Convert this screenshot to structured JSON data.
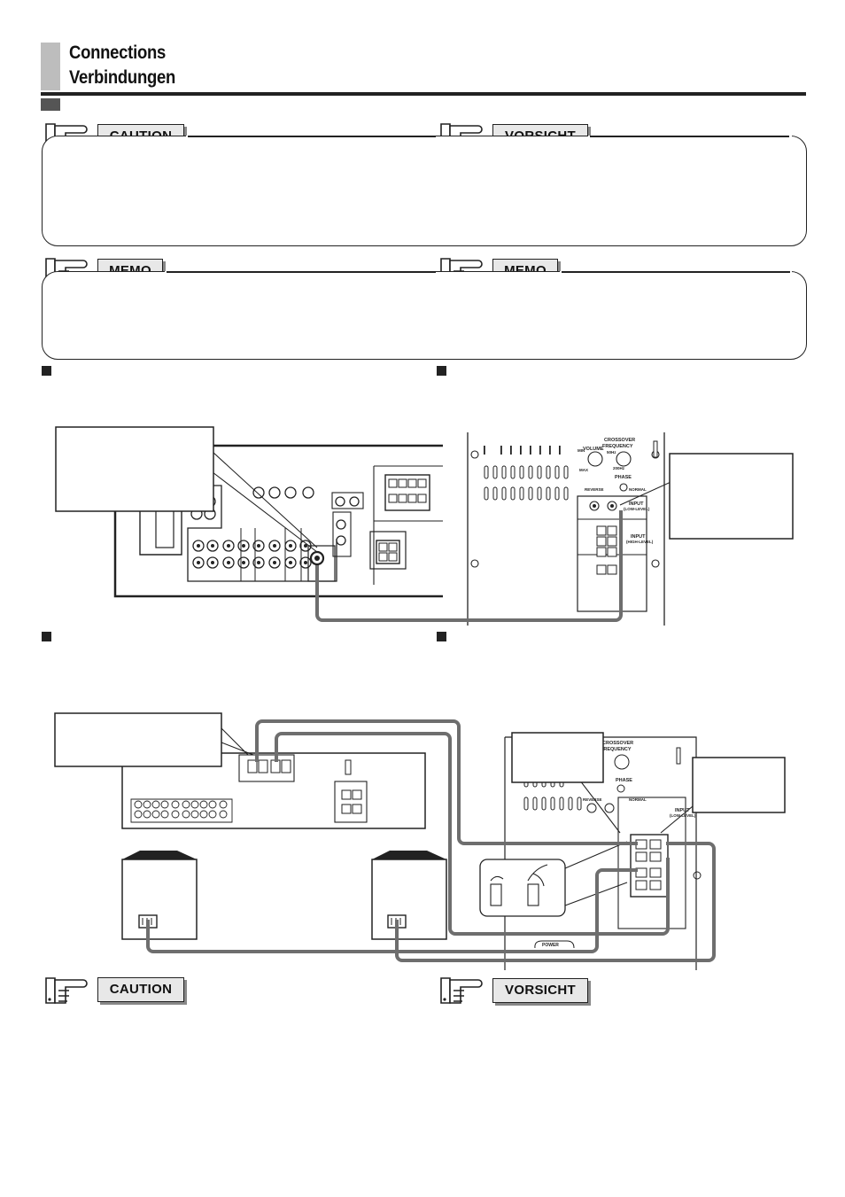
{
  "page": {
    "title_en": "Connections",
    "title_de": "Verbindungen"
  },
  "labels": {
    "caution": "CAUTION",
    "vorsicht": "VORSICHT",
    "memo": "MEMO"
  },
  "subwoofer_panel": {
    "volume": "VOLUME",
    "min": "MIN",
    "max": "MAX",
    "crossover": "CROSSOVER",
    "frequency": "FREQUENCY",
    "hz_low": "50Hz",
    "hz_high": "200Hz",
    "phase": "PHASE",
    "reverse": "REVERSE",
    "normal": "NORMAL",
    "input_low": "INPUT",
    "input_low_sub": "(LOW-LEVEL)",
    "input_high": "INPUT",
    "input_high_sub": "(HIGH-LEVEL)",
    "power": "POWER"
  },
  "colors": {
    "cable": "#6e6e6e",
    "label_bg": "#e8e8e8",
    "title_bar": "#bdbdbd"
  }
}
